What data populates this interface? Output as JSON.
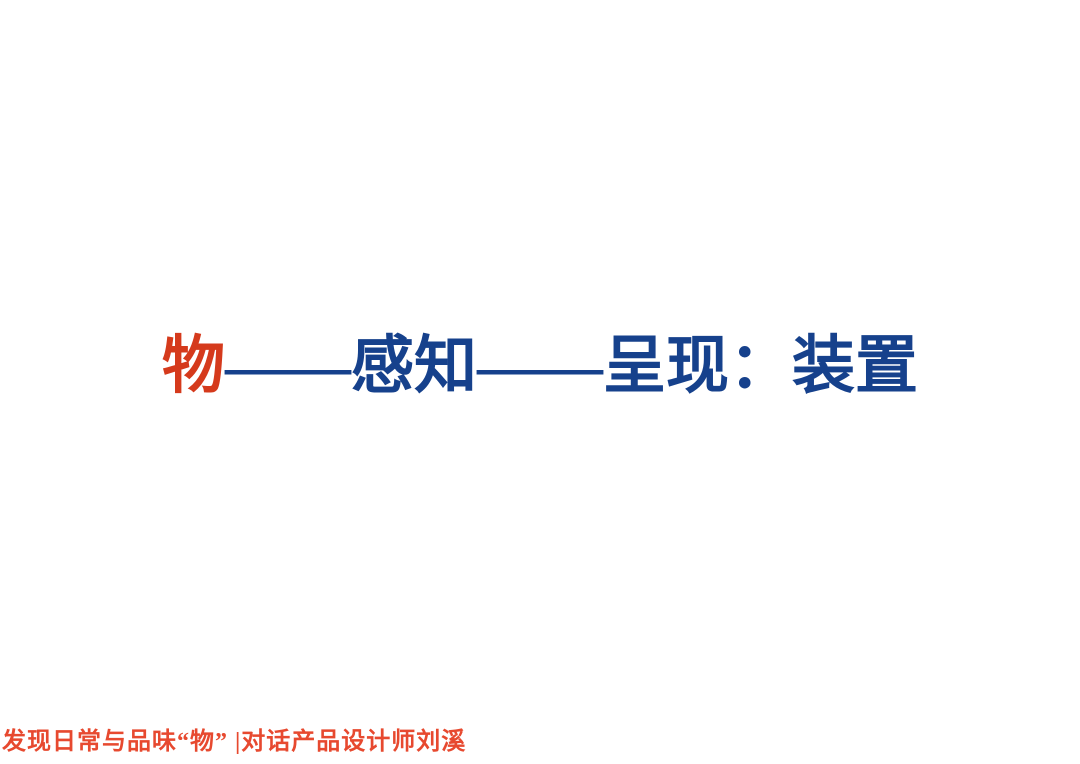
{
  "slide": {
    "title": {
      "highlight_word": "物",
      "rest": "——感知——呈现：装置"
    },
    "footer": {
      "caption": "发现日常与品味“物” |对话产品设计师刘溪"
    },
    "colors": {
      "title_highlight_red": "#d53a1c",
      "title_blue": "#16418c",
      "footer_red": "#e7492f",
      "background": "#ffffff"
    }
  }
}
